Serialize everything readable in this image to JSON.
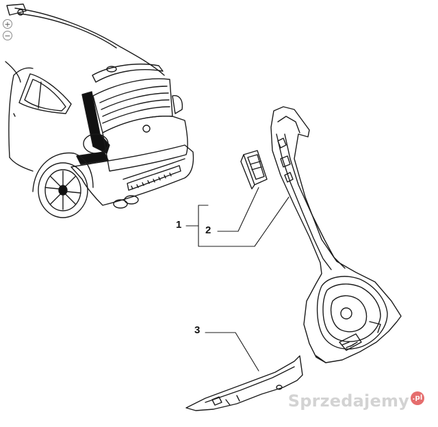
{
  "callouts": [
    {
      "id": "1",
      "label": "1"
    },
    {
      "id": "2",
      "label": "2"
    },
    {
      "id": "3",
      "label": "3"
    }
  ],
  "zoom": {
    "in_symbol": "+",
    "out_symbol": "−"
  },
  "watermark": {
    "text": "Sprzedajemy",
    "suffix": ".pl"
  },
  "colors": {
    "line": "#1a1a1a",
    "background": "#ffffff"
  }
}
